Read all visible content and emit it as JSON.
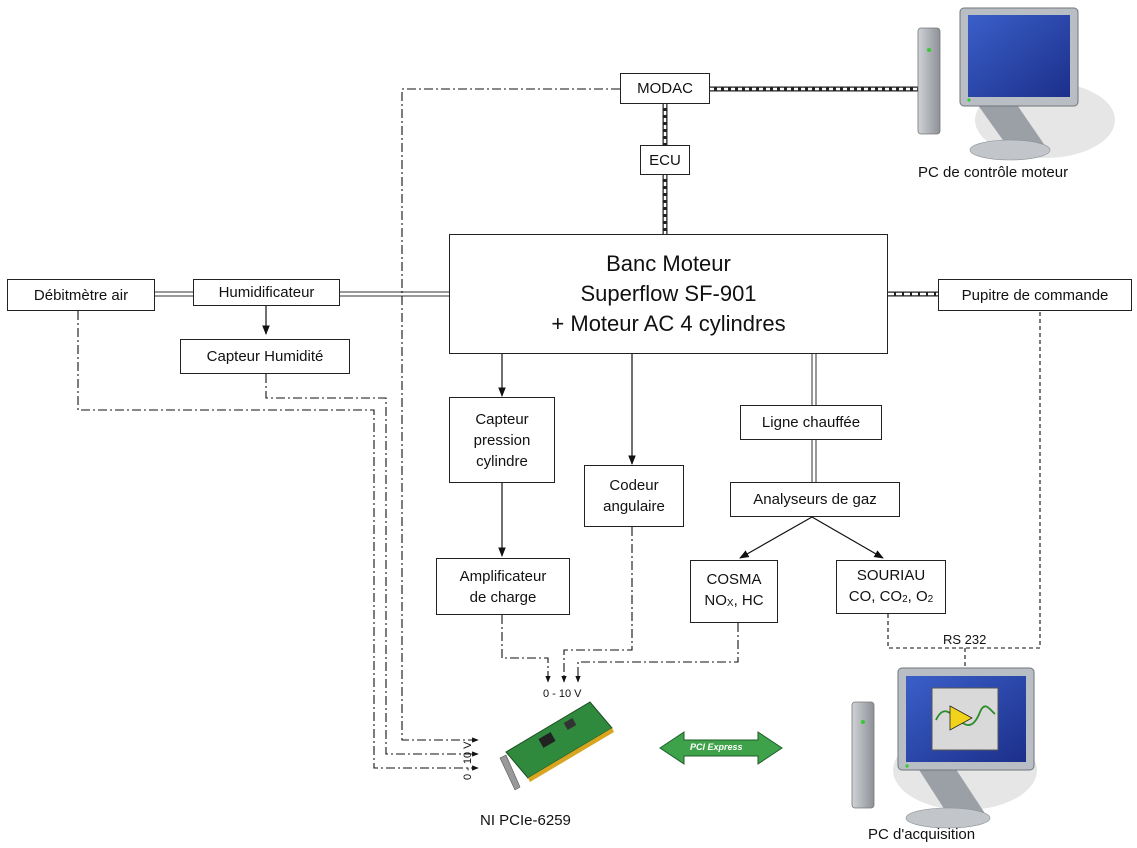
{
  "diagram": {
    "modac": "MODAC",
    "ecu": "ECU",
    "pc_control": "PC de contrôle moteur",
    "bench": [
      "Banc Moteur",
      "Superflow SF-901",
      "+ Moteur AC 4 cylindres"
    ],
    "debitmetre": "Débitmètre air",
    "humidificateur": "Humidificateur",
    "capteur_humidite": "Capteur Humidité",
    "pupitre": "Pupitre de commande",
    "capteur_pression": [
      "Capteur",
      "pression",
      "cylindre"
    ],
    "codeur": [
      "Codeur",
      "angulaire"
    ],
    "ligne": "Ligne chauffée",
    "analyseurs": "Analyseurs de gaz",
    "amplificateur": [
      "Amplificateur",
      "de charge"
    ],
    "cosma": {
      "l1": "COSMA",
      "l2a": "NO",
      "l2b": "X",
      "l2c": ", HC"
    },
    "souriau": {
      "l1": "SOURIAU",
      "l2a": "CO, CO",
      "l2b": "2",
      "l2c": ", O",
      "l2d": "2"
    },
    "rs232": "RS 232",
    "range_top": "0 - 10 V",
    "range_left": "0 - 10 V",
    "card": "NI PCIe-6259",
    "bus": "PCI Express",
    "pc_acq": "PC d'acquisition"
  }
}
